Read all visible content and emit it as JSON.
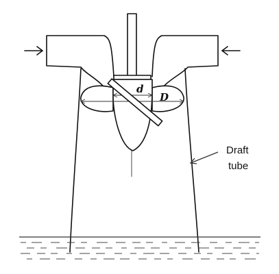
{
  "labels": {
    "hub_diameter": "d",
    "runner_diameter": "D",
    "draft_tube_line1": "Draft",
    "draft_tube_line2": "tube"
  }
}
